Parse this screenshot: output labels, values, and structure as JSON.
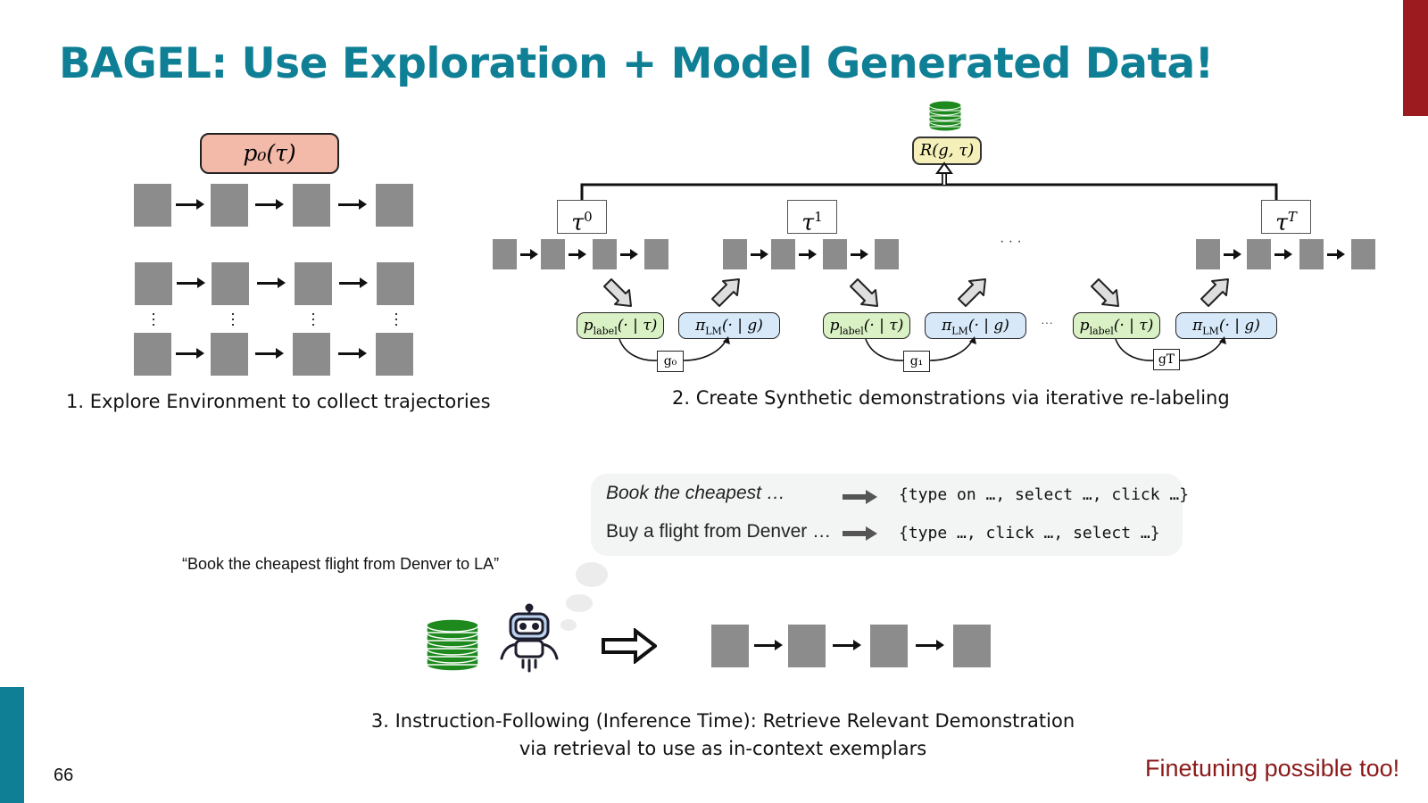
{
  "slide": {
    "title": "BAGEL: Use Exploration + Model Generated Data!",
    "page_number": "66",
    "finetune_note": "Finetuning possible too!"
  },
  "panel1": {
    "prior_label": "p₀(τ)",
    "caption": "1. Explore Environment to collect trajectories"
  },
  "panel2": {
    "reward_label": "R(g, τ)",
    "trajectories": [
      {
        "label": "τ",
        "sup": "0"
      },
      {
        "label": "τ",
        "sup": "1"
      },
      {
        "label": "τ",
        "sup": "T"
      }
    ],
    "labeler_label": "p",
    "labeler_sub": "label",
    "labeler_args": "(· | τ)",
    "policy_label": "π",
    "policy_sub": "LM",
    "policy_args": "(· | g)",
    "goals": [
      "g₀",
      "g₁",
      "gT"
    ],
    "ellipsis": "· · ·",
    "ellipsis_small": "···",
    "caption": "2. Create Synthetic demonstrations via iterative re-labeling"
  },
  "panel3": {
    "examples": [
      {
        "instruction": "Book the cheapest …",
        "actions": "{type on …, select …, click …}"
      },
      {
        "instruction": "Buy a flight from Denver …",
        "actions": "{type …, click …, select …}"
      }
    ],
    "query": "“Book the cheapest flight from Denver to LA”",
    "caption_line1": "3. Instruction-Following (Inference Time): Retrieve Relevant Demonstration",
    "caption_line2": "via retrieval to use as in-context exemplars"
  },
  "colors": {
    "title": "#0e7f95",
    "accent_red": "#9b1b1f",
    "accent_teal": "#0e7f95",
    "state_gray": "#8c8c8c",
    "prior_fill": "#f3b9a9",
    "reward_fill": "#f5efb9",
    "labeler_fill": "#d9f1c4",
    "policy_fill": "#d7e9f9",
    "database_green": "#1e8a1e"
  },
  "icons": [
    "database-icon",
    "robot-icon",
    "hollow-arrow-icon",
    "thought-bubble-icon"
  ]
}
